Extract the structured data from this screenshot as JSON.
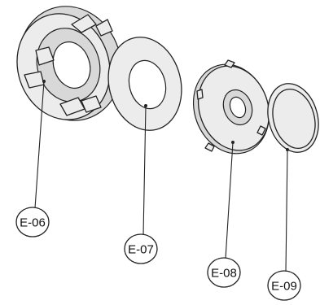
{
  "callouts": [
    {
      "label": "E-06"
    },
    {
      "label": "E-07"
    },
    {
      "label": "E-08"
    },
    {
      "label": "E-09"
    }
  ]
}
